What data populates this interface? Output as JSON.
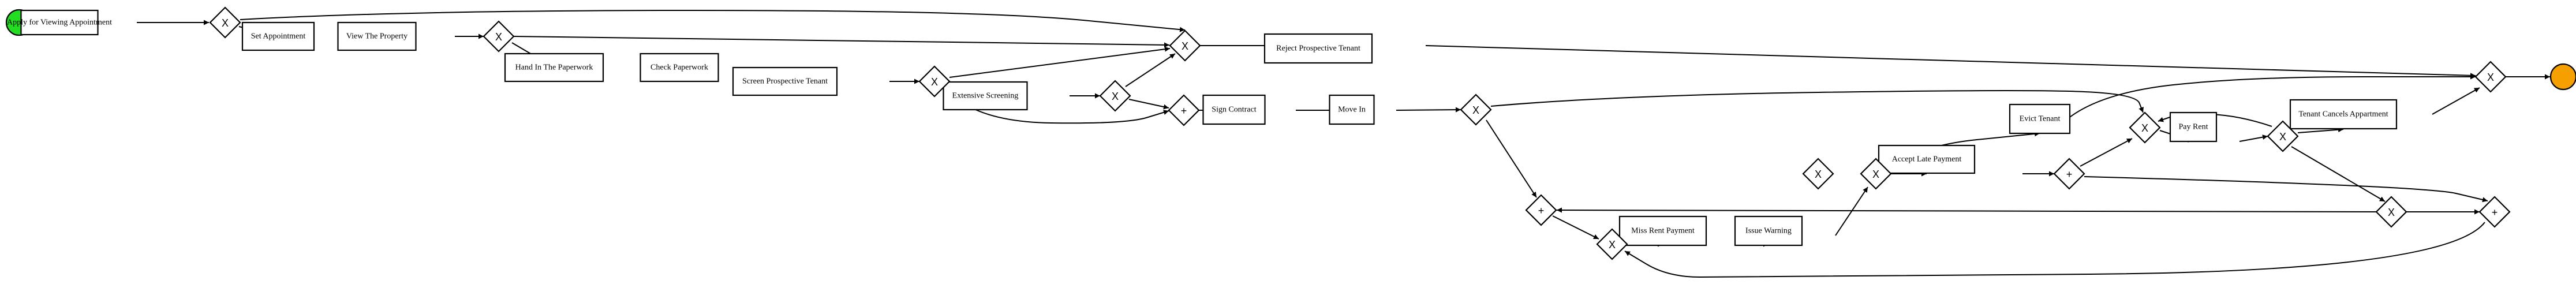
{
  "diagram": {
    "colors": {
      "start_event": "#22dd22",
      "end_event": "#f5a000",
      "stroke": "#000000",
      "fill": "#ffffff"
    },
    "tasks": [
      {
        "id": "t_apply",
        "label": "Apply for Viewing Appointment"
      },
      {
        "id": "t_setappt",
        "label": "Set Appointment"
      },
      {
        "id": "t_view",
        "label": "View The Property"
      },
      {
        "id": "t_reject",
        "label": "Reject Prospective Tenant"
      },
      {
        "id": "t_handin",
        "label": "Hand In The Paperwork"
      },
      {
        "id": "t_check",
        "label": "Check Paperwork"
      },
      {
        "id": "t_screen",
        "label": "Screen Prospective Tenant"
      },
      {
        "id": "t_extensive",
        "label": "Extensive Screening"
      },
      {
        "id": "t_sign",
        "label": "Sign Contract"
      },
      {
        "id": "t_movein",
        "label": "Move In"
      },
      {
        "id": "t_evict",
        "label": "Evict Tenant"
      },
      {
        "id": "t_payrent",
        "label": "Pay Rent"
      },
      {
        "id": "t_cancels",
        "label": "Tenant Cancels Appartment"
      },
      {
        "id": "t_acceptlate",
        "label": "Accept Late Payment"
      },
      {
        "id": "t_miss",
        "label": "Miss Rent Payment"
      },
      {
        "id": "t_warning",
        "label": "Issue Warning"
      }
    ],
    "gateways": [
      {
        "id": "g1",
        "symbol": "X"
      },
      {
        "id": "g2",
        "symbol": "X"
      },
      {
        "id": "g3",
        "symbol": "X"
      },
      {
        "id": "g4",
        "symbol": "X"
      },
      {
        "id": "g5",
        "symbol": "X"
      },
      {
        "id": "g6",
        "symbol": "+"
      },
      {
        "id": "g7",
        "symbol": "X"
      },
      {
        "id": "g8",
        "symbol": "X"
      },
      {
        "id": "g9",
        "symbol": "X"
      },
      {
        "id": "g10",
        "symbol": "X"
      },
      {
        "id": "g11",
        "symbol": "X"
      },
      {
        "id": "g12",
        "symbol": "+"
      },
      {
        "id": "g13",
        "symbol": "+"
      },
      {
        "id": "g14",
        "symbol": "X"
      },
      {
        "id": "g15",
        "symbol": "X"
      },
      {
        "id": "g16",
        "symbol": "+"
      },
      {
        "id": "g17",
        "symbol": "X"
      }
    ],
    "edges": [
      [
        "start",
        "t_apply"
      ],
      [
        "t_apply",
        "g1"
      ],
      [
        "g1",
        "t_setappt"
      ],
      [
        "g1",
        "g3"
      ],
      [
        "t_setappt",
        "t_view"
      ],
      [
        "t_view",
        "g2"
      ],
      [
        "g2",
        "g3"
      ],
      [
        "g2",
        "t_handin"
      ],
      [
        "t_handin",
        "t_check"
      ],
      [
        "t_check",
        "t_screen"
      ],
      [
        "t_screen",
        "g4"
      ],
      [
        "g4",
        "g3"
      ],
      [
        "g4",
        "t_extensive"
      ],
      [
        "g4",
        "g6"
      ],
      [
        "t_extensive",
        "g5"
      ],
      [
        "g5",
        "g3"
      ],
      [
        "g5",
        "g6"
      ],
      [
        "g3",
        "t_reject"
      ],
      [
        "t_reject",
        "g17"
      ],
      [
        "g6",
        "t_sign"
      ],
      [
        "t_sign",
        "t_movein"
      ],
      [
        "t_movein",
        "g7"
      ],
      [
        "g7",
        "g9"
      ],
      [
        "g7",
        "g12"
      ],
      [
        "g12",
        "g8"
      ],
      [
        "g8",
        "t_miss"
      ],
      [
        "t_miss",
        "t_warning"
      ],
      [
        "t_warning",
        "g11"
      ],
      [
        "g11",
        "t_evict"
      ],
      [
        "g11",
        "t_acceptlate"
      ],
      [
        "t_acceptlate",
        "g13"
      ],
      [
        "g13",
        "g9"
      ],
      [
        "g13",
        "g16"
      ],
      [
        "t_evict",
        "g17"
      ],
      [
        "g9",
        "t_payrent"
      ],
      [
        "t_payrent",
        "g10"
      ],
      [
        "g10",
        "g9"
      ],
      [
        "g10",
        "t_cancels"
      ],
      [
        "g10",
        "g14"
      ],
      [
        "t_cancels",
        "g17"
      ],
      [
        "g14",
        "g12"
      ],
      [
        "g14",
        "g16"
      ],
      [
        "g16",
        "g8"
      ],
      [
        "g17",
        "end"
      ]
    ]
  }
}
